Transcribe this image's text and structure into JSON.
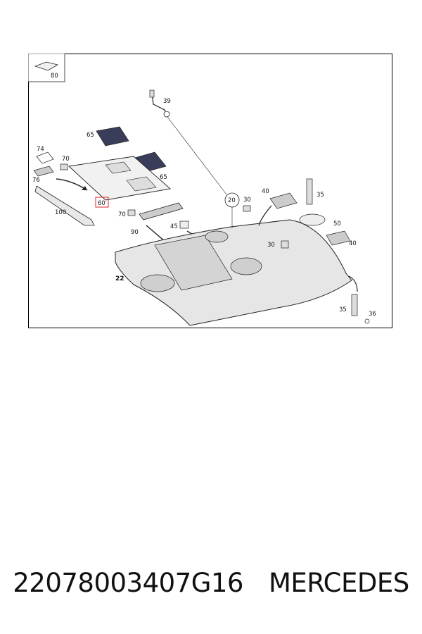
{
  "diagram": {
    "callouts": {
      "c80": "80",
      "c39": "39",
      "c65a": "65",
      "c65b": "65",
      "c74": "74",
      "c70a": "70",
      "c70b": "70",
      "c76": "76",
      "c60": "60",
      "c100": "100",
      "c90": "90",
      "c45": "45",
      "c20": "20",
      "c40a": "40",
      "c40b": "40",
      "c35a": "35",
      "c35b": "35",
      "c30a": "30",
      "c30b": "30",
      "c50": "50",
      "c22": "22",
      "c36": "36"
    },
    "highlight_color": "#d9232d",
    "line_color": "#222222",
    "fill_color": "#e6e6e6"
  },
  "caption": {
    "part_number": "22078003407G16",
    "brand": "MERCEDES"
  }
}
